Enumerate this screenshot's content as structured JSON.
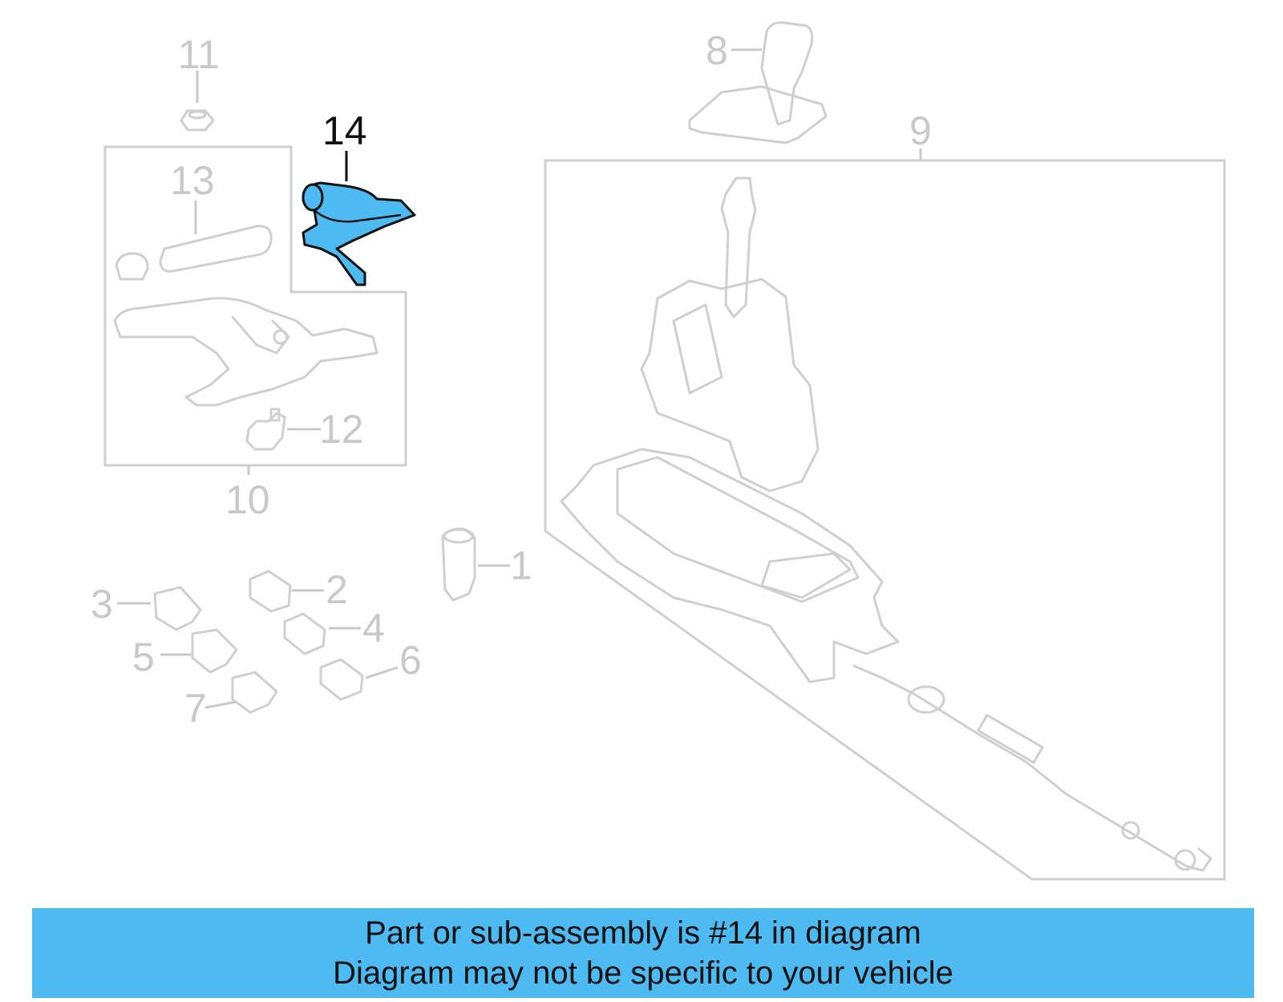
{
  "callouts": [
    {
      "id": "1",
      "label": "1"
    },
    {
      "id": "2",
      "label": "2"
    },
    {
      "id": "3",
      "label": "3"
    },
    {
      "id": "4",
      "label": "4"
    },
    {
      "id": "5",
      "label": "5"
    },
    {
      "id": "6",
      "label": "6"
    },
    {
      "id": "7",
      "label": "7"
    },
    {
      "id": "8",
      "label": "8"
    },
    {
      "id": "9",
      "label": "9"
    },
    {
      "id": "10",
      "label": "10"
    },
    {
      "id": "11",
      "label": "11"
    },
    {
      "id": "12",
      "label": "12"
    },
    {
      "id": "13",
      "label": "13"
    },
    {
      "id": "14",
      "label": "14"
    }
  ],
  "highlighted_part": "14",
  "colors": {
    "highlight_fill": "#4dbaf2",
    "banner_bg": "#4dbaf2",
    "part_stroke": "#cfcfcf",
    "label_gray": "#c9c9c9"
  },
  "banner": {
    "line1": "Part or sub-assembly is #14 in diagram",
    "line2": "Diagram may not be specific to your vehicle"
  }
}
